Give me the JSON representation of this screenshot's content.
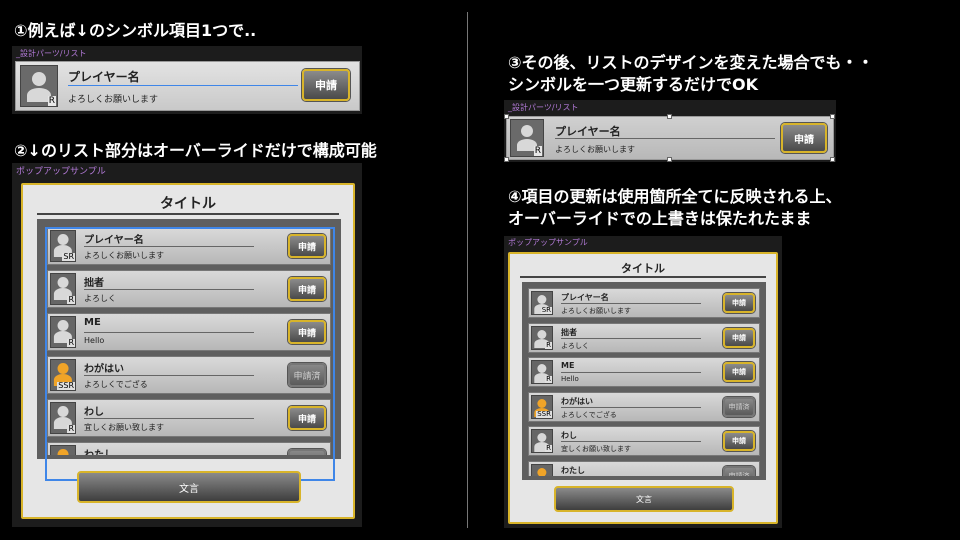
{
  "headings": {
    "step1": "①例えば↓のシンボル項目1つで..",
    "step2": "②↓のリスト部分はオーバーライドだけで構成可能",
    "step3_line1": "③その後、リストのデザインを変えた場合でも・・",
    "step3_line2": "シンボルを一つ更新するだけでOK",
    "step4_line1": "④項目の更新は使用箇所全てに反映される上、",
    "step4_line2": "オーバーライドでの上書きは保たれたまま"
  },
  "symbol_panel": {
    "caption": "_設計パーツ/リスト",
    "item": {
      "name": "プレイヤー名",
      "message": "よろしくお願いします",
      "rank": "R",
      "button": "申請"
    }
  },
  "popup": {
    "caption": "ポップアップサンプル",
    "title": "タイトル",
    "footer_button": "文言",
    "rows": [
      {
        "name": "プレイヤー名",
        "message": "よろしくお願いします",
        "rank": "SR",
        "button": "申請",
        "applied": false,
        "gold": false
      },
      {
        "name": "拙者",
        "message": "よろしく",
        "rank": "R",
        "button": "申請",
        "applied": false,
        "gold": false
      },
      {
        "name": "ME",
        "message": "Hello",
        "rank": "R",
        "button": "申請",
        "applied": false,
        "gold": false
      },
      {
        "name": "わがはい",
        "message": "よろしくでござる",
        "rank": "SSR",
        "button": "申請済",
        "applied": true,
        "gold": true
      },
      {
        "name": "わし",
        "message": "宜しくお願い致します",
        "rank": "R",
        "button": "申請",
        "applied": false,
        "gold": false
      },
      {
        "name": "わたし",
        "message": "",
        "rank": "",
        "button": "申請済",
        "applied": true,
        "gold": true
      }
    ]
  }
}
